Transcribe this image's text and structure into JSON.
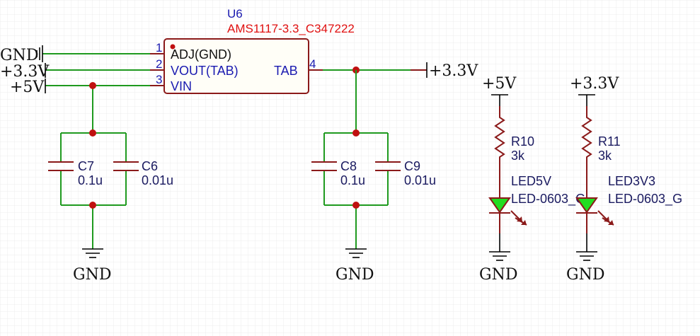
{
  "u6": {
    "ref": "U6",
    "value": "AMS1117-3.3_C347222",
    "pins": [
      {
        "num": "1",
        "name": "ADJ(GND)"
      },
      {
        "num": "2",
        "name": "VOUT(TAB)"
      },
      {
        "num": "3",
        "name": "VIN"
      },
      {
        "num": "4",
        "name": "TAB"
      }
    ]
  },
  "nets": {
    "gnd": "GND",
    "v33": "+3.3V",
    "v5": "+5V"
  },
  "caps": [
    {
      "ref": "C7",
      "value": "0.1u"
    },
    {
      "ref": "C6",
      "value": "0.01u"
    },
    {
      "ref": "C8",
      "value": "0.1u"
    },
    {
      "ref": "C9",
      "value": "0.01u"
    }
  ],
  "resistors": [
    {
      "ref": "R10",
      "value": "3k"
    },
    {
      "ref": "R11",
      "value": "3k"
    }
  ],
  "leds": [
    {
      "ref": "LED5V",
      "value": "LED-0603_G"
    },
    {
      "ref": "LED3V3",
      "value": "LED-0603_G"
    }
  ],
  "colors": {
    "wire": "#1f9a1f",
    "component": "#8b1a1a",
    "junction": "#c01010",
    "led_fill": "#22dd22",
    "pin_text": "#1a1ab0",
    "value_text": "#e01010",
    "grid": "#e8e8e8"
  }
}
